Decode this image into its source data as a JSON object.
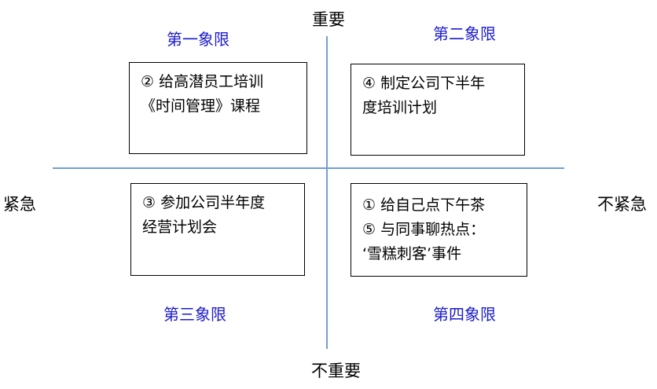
{
  "axes": {
    "top": "重要",
    "bottom": "不重要",
    "left": "紧急",
    "right": "不紧急"
  },
  "quadrants": [
    {
      "label": "第一象限",
      "lines": [
        "② 给高潜员工培训",
        "《时间管理》课程"
      ]
    },
    {
      "label": "第二象限",
      "lines": [
        "④ 制定公司下半年",
        "度培训计划"
      ]
    },
    {
      "label": "第三象限",
      "lines": [
        "③ 参加公司半年度",
        "经营计划会"
      ]
    },
    {
      "label": "第四象限",
      "lines": [
        "① 给自己点下午茶",
        "⑤ 与同事聊热点：",
        "‘雪糕刺客’事件"
      ]
    }
  ],
  "colors": {
    "axis_line": "#6fa0d2",
    "quadrant_label": "#1c1ccc",
    "box_border": "#000000",
    "text": "#000000"
  }
}
